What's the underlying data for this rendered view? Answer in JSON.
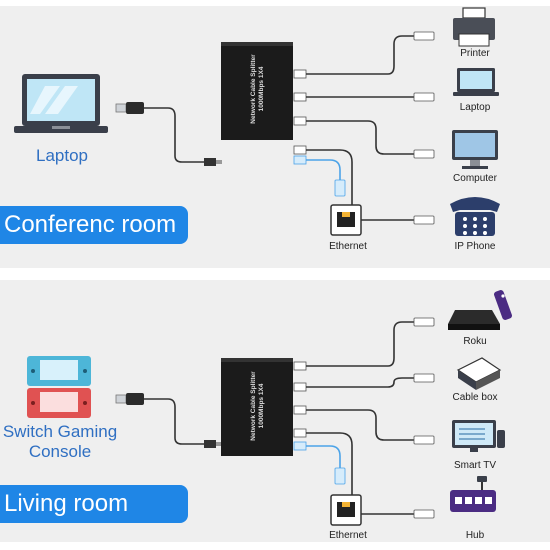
{
  "top": {
    "room": "Conferenc room",
    "source": "Laptop",
    "splitter_text": "Network Cable Splitter\n1000Mbps 1X4",
    "outputs": [
      "Printer",
      "Laptop",
      "Computer",
      "IP Phone"
    ],
    "wall_port": "Ethernet"
  },
  "bottom": {
    "room": "Living room",
    "source": "Switch Gaming\nConsole",
    "splitter_text": "Network Cable Splitter\n1000Mbps 1X4",
    "outputs": [
      "Roku",
      "Cable box",
      "Smart TV",
      "Hub"
    ],
    "wall_port": "Ethernet"
  },
  "colors": {
    "banner": "#1f86e6",
    "label_blue": "#2f6fc2",
    "ethernet_cable": "#4ba3e8",
    "panel_bg": "#efefef"
  }
}
